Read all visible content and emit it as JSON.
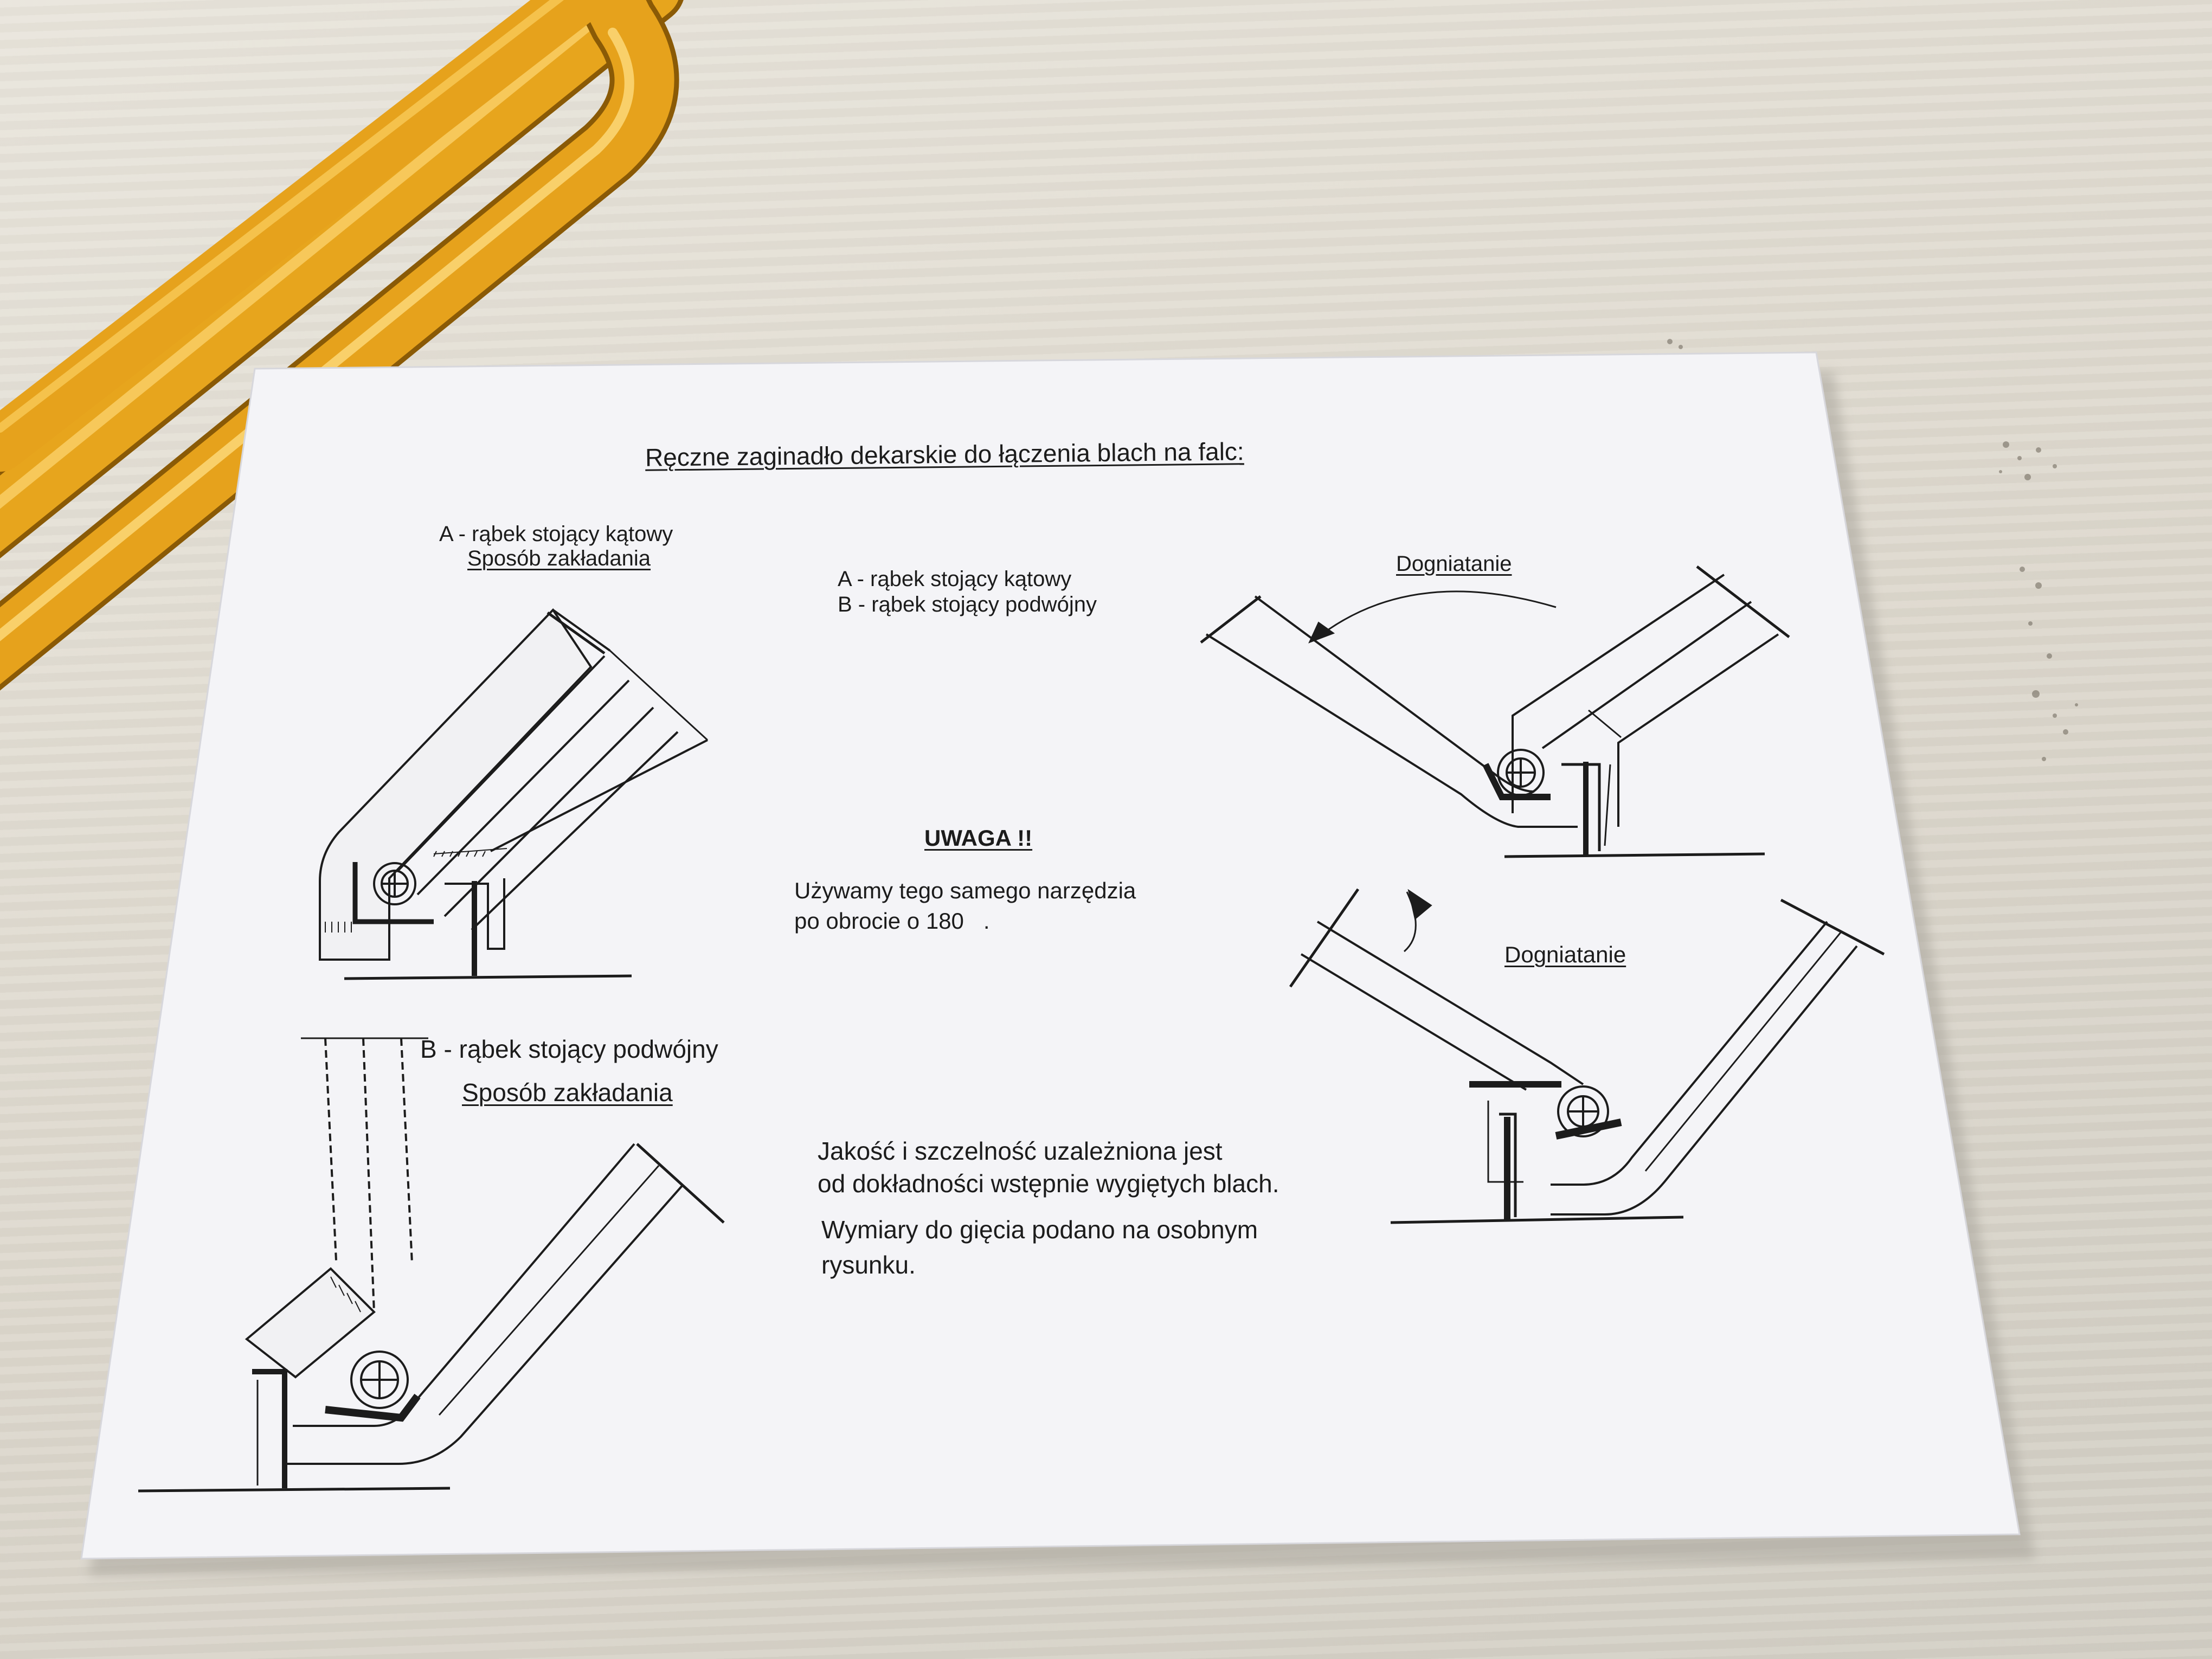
{
  "sheet": {
    "title": "Ręczne zaginadło dekarskie do łączenia blach na falc:",
    "legend": {
      "line_a": "A - rąbek stojący kątowy",
      "line_b": "B - rąbek stojący podwójny"
    },
    "figure_a": {
      "label": "A - rąbek stojący kątowy",
      "sublabel": "Sposób zakładania"
    },
    "figure_b": {
      "label": "B - rąbek stojący podwójny",
      "sublabel": "Sposób zakładania"
    },
    "figure_c": {
      "label": "Dogniatanie"
    },
    "figure_d": {
      "label": "Dogniatanie"
    },
    "warning": {
      "heading": "UWAGA !!",
      "line1": "Używamy tego samego narzędzia",
      "line2": "po obrocie o 180",
      "degree_mark": "."
    },
    "note": {
      "line1": "Jakość i szczelność uzależniona jest",
      "line2": "od dokładności wstępnie wygiętych blach.",
      "line3": "Wymiary do gięcia podano na osobnym",
      "line4": "rysunku."
    }
  },
  "colors": {
    "table": "#e6e2d8",
    "paper": "#f4f4f6",
    "handle_yellow": "#e6a21c",
    "ink": "#1c1c1c"
  }
}
